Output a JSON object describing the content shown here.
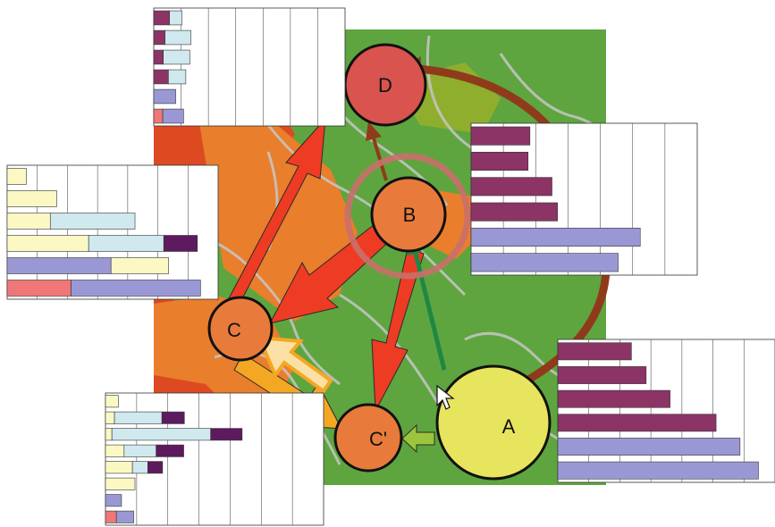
{
  "colors": {
    "map_green": "#5ea53f",
    "map_orange": "#e97e2c",
    "map_red_orange": "#dd4a22",
    "map_outline": "#c7c7c7",
    "node_orange": "#e87b3c",
    "node_red": "#d9534f",
    "node_yellow": "#e7e45e",
    "arrow_red": "#ee3b24",
    "arrow_orange": "#f4a722",
    "arrow_brown": "#8f3b1b",
    "arrow_green": "#1f8744",
    "arrow_lime": "#9bc53d",
    "ring": "#c9706a",
    "bar_maroon": "#8b3465",
    "bar_lightblue": "#cfe9ee",
    "bar_lavender": "#9a98d4",
    "bar_cream": "#fbf8c4",
    "bar_purple": "#5e1a5e",
    "bar_pink": "#ef7777"
  },
  "nodes": {
    "a": "A",
    "b": "B",
    "c": "C",
    "c_prime": "C'",
    "d": "D"
  },
  "charts": [
    {
      "id": "top-chart",
      "rows": [
        [
          [
            "maroon",
            28
          ],
          [
            "lightblue",
            22
          ]
        ],
        [
          [
            "maroon",
            20
          ],
          [
            "lightblue",
            46
          ]
        ],
        [
          [
            "maroon",
            17
          ],
          [
            "lightblue",
            47
          ]
        ],
        [
          [
            "maroon",
            26
          ],
          [
            "lightblue",
            31
          ]
        ],
        [
          [
            "lavender",
            39
          ]
        ],
        [
          [
            "pink",
            16
          ],
          [
            "lavender",
            37
          ]
        ]
      ]
    },
    {
      "id": "left-chart",
      "rows": [
        [
          [
            "cream",
            12
          ]
        ],
        [
          [
            "cream",
            31
          ]
        ],
        [
          [
            "cream",
            27
          ],
          [
            "lightblue",
            53
          ]
        ],
        [
          [
            "cream",
            51
          ],
          [
            "lightblue",
            47
          ],
          [
            "purple",
            21
          ]
        ],
        [
          [
            "lavender",
            65
          ],
          [
            "cream",
            36
          ]
        ],
        [
          [
            "pink",
            40
          ],
          [
            "lavender",
            81
          ]
        ]
      ]
    },
    {
      "id": "right-upper-chart",
      "rows": [
        [
          [
            "maroon",
            32
          ]
        ],
        [
          [
            "maroon",
            31
          ]
        ],
        [
          [
            "maroon",
            44
          ]
        ],
        [
          [
            "maroon",
            47
          ]
        ],
        [
          [
            "lavender",
            92
          ]
        ],
        [
          [
            "lavender",
            80
          ]
        ]
      ]
    },
    {
      "id": "bottom-left-chart",
      "rows": [
        [
          [
            "cream",
            20
          ]
        ],
        [
          [
            "cream",
            14
          ],
          [
            "lightblue",
            74
          ],
          [
            "purple",
            35
          ]
        ],
        [
          [
            "cream",
            10
          ],
          [
            "lightblue",
            154
          ],
          [
            "purple",
            49
          ]
        ],
        [
          [
            "cream",
            29
          ],
          [
            "lightblue",
            50
          ],
          [
            "purple",
            43
          ]
        ],
        [
          [
            "cream",
            42
          ],
          [
            "lightblue",
            24
          ],
          [
            "purple",
            23
          ]
        ],
        [
          [
            "cream",
            46
          ]
        ],
        [
          [
            "lavender",
            25
          ]
        ],
        [
          [
            "pink",
            17
          ],
          [
            "lavender",
            27
          ]
        ]
      ]
    },
    {
      "id": "right-lower-chart",
      "rows": [
        [
          [
            "maroon",
            40
          ]
        ],
        [
          [
            "maroon",
            48
          ]
        ],
        [
          [
            "maroon",
            61
          ]
        ],
        [
          [
            "maroon",
            86
          ]
        ],
        [
          [
            "lavender",
            99
          ]
        ],
        [
          [
            "lavender",
            109
          ]
        ]
      ]
    }
  ]
}
